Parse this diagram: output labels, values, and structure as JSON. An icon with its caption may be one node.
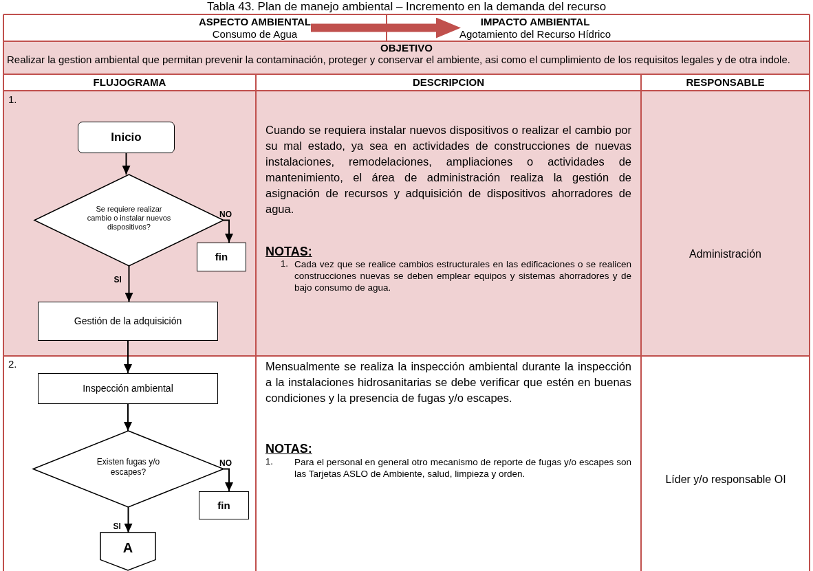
{
  "diagram": {
    "title": "Tabla 43. Plan de manejo ambiental – Incremento en la demanda del recurso",
    "nodes": [
      {
        "text": [
          "ASPECTO AMBIENTAL",
          "Consumo de Agua"
        ]
      },
      {
        "text": [
          "IMPACTO AMBIENTAL",
          "Agotamiento del Recurso Hídrico"
        ]
      },
      {
        "text": [
          "Inicio"
        ]
      },
      {
        "text": [
          "Se requiere realizar cambio o instalar nuevos dispositivos?"
        ]
      },
      {
        "text": [
          "fin"
        ]
      },
      {
        "text": [
          "Gestión de la adquisición"
        ]
      },
      {
        "text": [
          "Inspección ambiental"
        ]
      },
      {
        "text": [
          "Existen fugas y/o escapes?"
        ]
      },
      {
        "text": [
          "fin"
        ]
      },
      {
        "text": [
          "A"
        ]
      }
    ],
    "edges": [
      {
        "from": 0,
        "to": 1,
        "arrow": "to",
        "style": "thick",
        "color": "#c0504d"
      },
      {
        "from": 2,
        "to": 3,
        "arrow": "to"
      },
      {
        "from": 3,
        "to": 4,
        "arrow": "to",
        "label": "NO"
      },
      {
        "from": 3,
        "to": 5,
        "arrow": "to",
        "label": "SI"
      },
      {
        "from": 5,
        "to": 6,
        "arrow": "to"
      },
      {
        "from": 6,
        "to": 7,
        "arrow": "to"
      },
      {
        "from": 7,
        "to": 8,
        "arrow": "to",
        "label": "NO"
      },
      {
        "from": 7,
        "to": 9,
        "arrow": "to",
        "label": "SI"
      }
    ],
    "labels": [
      "OBJETIVO",
      "Realizar la gestion ambiental que permitan prevenir la contaminación, proteger y conservar el ambiente, asi como el cumplimiento de los requisitos legales y de otra indole.",
      "FLUJOGRAMA",
      "DESCRIPCION",
      "RESPONSABLE",
      "1.",
      "Cuando se requiera instalar nuevos dispositivos o realizar el cambio por su mal estado, ya sea en actividades de construcciones de nuevas instalaciones, remodelaciones, ampliaciones o actividades de mantenimiento, el área de administración realiza la gestión de asignación de recursos y adquisición de dispositivos ahorradores de agua.",
      "NOTAS:",
      "1.",
      "Cada vez que se realice cambios estructurales en las edificaciones o se realicen construcciones nuevas se deben emplear equipos y sistemas ahorradores y de bajo consumo de agua.",
      "Administración",
      "2.",
      "Mensualmente se realiza la inspección ambiental durante la inspección a la instalaciones hidrosanitarias se debe verificar que estén en buenas condiciones  y la presencia de fugas y/o escapes.",
      "NOTAS:",
      "1.",
      "Para el personal en general otro mecanismo de reporte de fugas y/o escapes son las Tarjetas ASLO de Ambiente, salud, limpieza y orden.",
      "Líder y/o responsable OI"
    ]
  }
}
